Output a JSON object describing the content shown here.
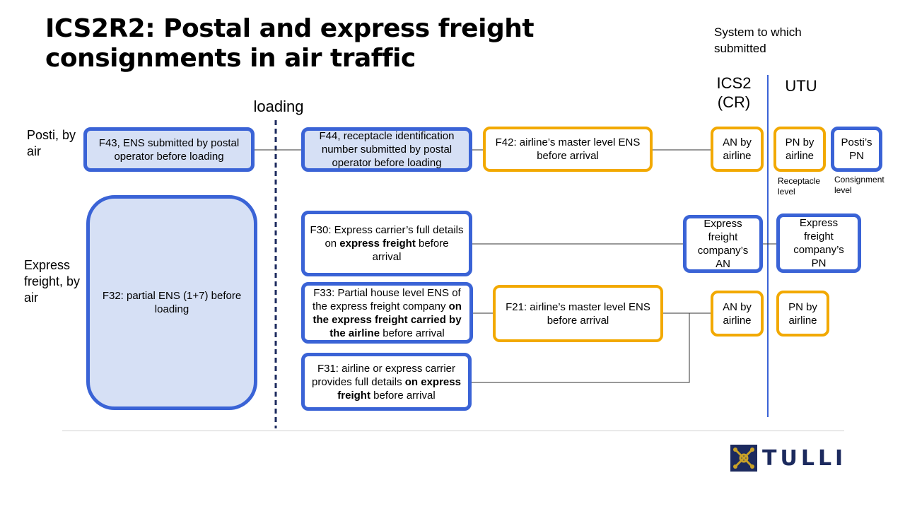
{
  "title": "ICS2R2: Postal and express freight consignments in air traffic",
  "system_label": "System to which submitted",
  "columns": {
    "ics2": "ICS2 (CR)",
    "utu": "UTU",
    "loading": "loading"
  },
  "rows": {
    "posti": "Posti, by air",
    "express": "Express freight, by air"
  },
  "boxes": {
    "f43": "F43, ENS submitted by postal operator before loading",
    "f44": "F44, receptacle identification number submitted by postal operator before loading",
    "f42": "F42: airline’s master level ENS before arrival",
    "an_airline_1": "AN by airline",
    "pn_airline_1": "PN by airline",
    "posti_pn": "Posti’s PN",
    "f32": "F32: partial ENS (1+7) before loading",
    "f30_a": "F30: Express carrier’s full details on ",
    "f30_b": "express freight",
    "f30_c": " before arrival",
    "express_an": "Express freight company’s AN",
    "express_pn": "Express freight company’s PN",
    "f33_a": "F33: Partial house level ENS of the express freight company ",
    "f33_b": "on the express freight carried by the airline",
    "f33_c": " before arrival",
    "f21": "F21: airline’s master level ENS before arrival",
    "an_airline_2": "AN by airline",
    "pn_airline_2": "PN by airline",
    "f31_a": "F31: airline or express carrier provides full details ",
    "f31_b": "on express freight",
    "f31_c": " before arrival"
  },
  "notes": {
    "receptacle": "Receptacle level",
    "consignment": "Consignment level"
  },
  "logo": {
    "text": "TULLI",
    "brand_color": "#1c2a5e",
    "emblem_color": "#c9a227"
  },
  "colors": {
    "blue": "#3a63d6",
    "blue_fill": "#d6e0f5",
    "orange": "#f2a900"
  }
}
